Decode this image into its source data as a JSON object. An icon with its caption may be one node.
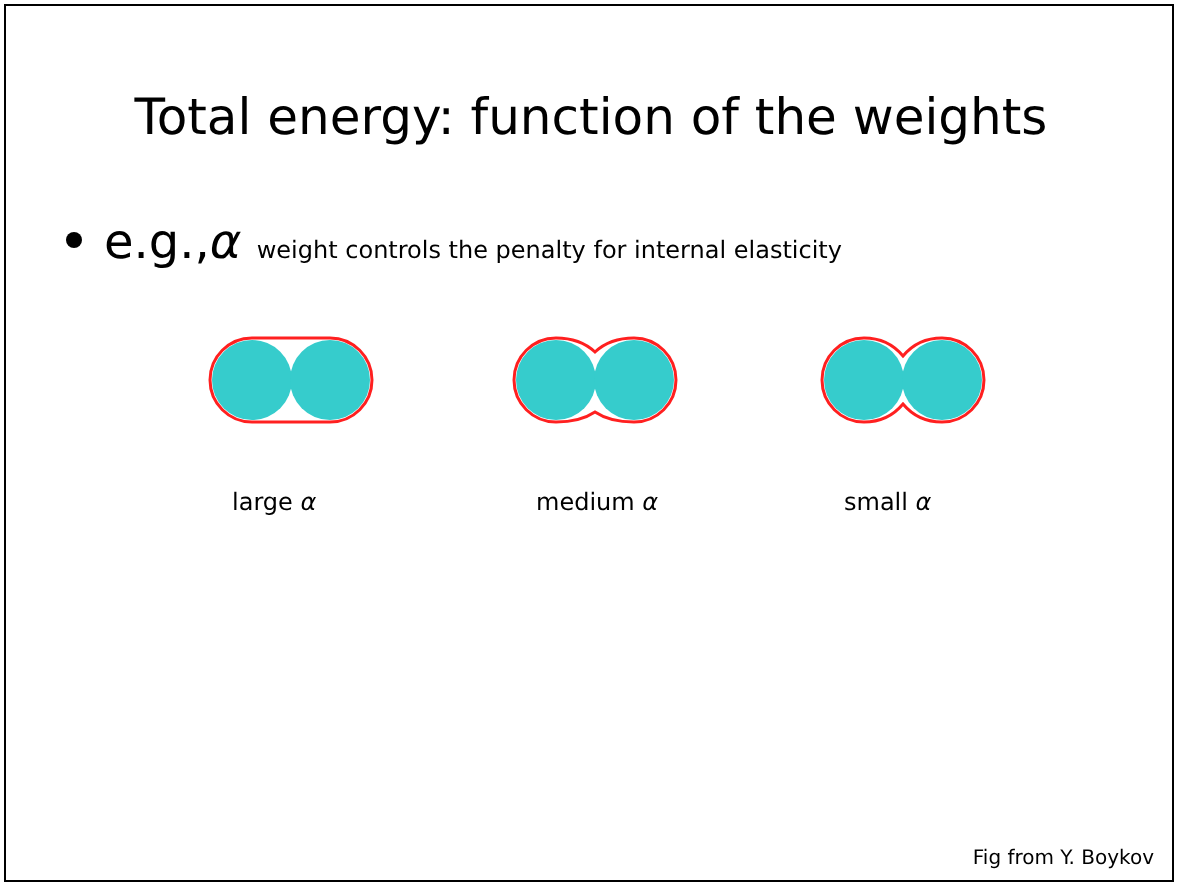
{
  "diagram": {
    "title": "Total energy: function of the weights",
    "caption": "Fig from  Y. Boykov",
    "labels": [
      "e.g.,*α* weight controls the penalty for internal elasticity",
      "large  *α*",
      "medium  *α*",
      "small  *α*"
    ]
  }
}
